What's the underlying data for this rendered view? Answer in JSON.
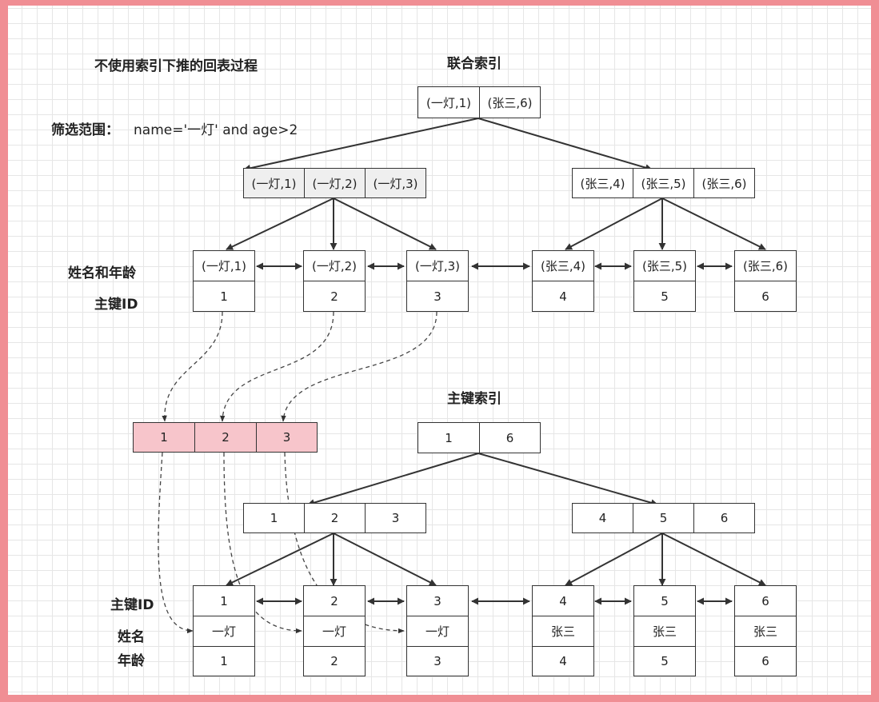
{
  "title": "不使用索引下推的回表过程",
  "filter_label": "筛选范围：",
  "filter_expr": "name='一灯' and age>2",
  "composite_index": {
    "title": "联合索引",
    "root": [
      "(一灯,1)",
      "(张三,6)"
    ],
    "internal_left": [
      "(一灯,1)",
      "(一灯,2)",
      "(一灯,3)"
    ],
    "internal_right": [
      "(张三,4)",
      "(张三,5)",
      "(张三,6)"
    ],
    "leaves": [
      {
        "key": "(一灯,1)",
        "id": "1"
      },
      {
        "key": "(一灯,2)",
        "id": "2"
      },
      {
        "key": "(一灯,3)",
        "id": "3"
      },
      {
        "key": "(张三,4)",
        "id": "4"
      },
      {
        "key": "(张三,5)",
        "id": "5"
      },
      {
        "key": "(张三,6)",
        "id": "6"
      }
    ],
    "row_label_1": "姓名和年龄",
    "row_label_2": "主键ID"
  },
  "selected_ids": [
    "1",
    "2",
    "3"
  ],
  "primary_index": {
    "title": "主键索引",
    "root": [
      "1",
      "6"
    ],
    "internal_left": [
      "1",
      "2",
      "3"
    ],
    "internal_right": [
      "4",
      "5",
      "6"
    ],
    "leaves": [
      {
        "id": "1",
        "name": "一灯",
        "age": "1"
      },
      {
        "id": "2",
        "name": "一灯",
        "age": "2"
      },
      {
        "id": "3",
        "name": "一灯",
        "age": "3"
      },
      {
        "id": "4",
        "name": "张三",
        "age": "4"
      },
      {
        "id": "5",
        "name": "张三",
        "age": "5"
      },
      {
        "id": "6",
        "name": "张三",
        "age": "6"
      }
    ],
    "row_label_1": "主键ID",
    "row_label_2": "姓名",
    "row_label_3": "年龄"
  }
}
